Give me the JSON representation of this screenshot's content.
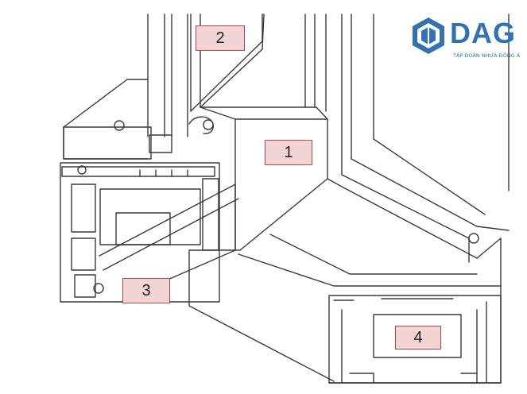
{
  "logo": {
    "name": "DAG",
    "tagline": "TẬP ĐOÀN NHỰA ĐÔNG Á",
    "brand_color": "#2f72b5"
  },
  "callouts": [
    {
      "label": "1"
    },
    {
      "label": "2"
    },
    {
      "label": "3"
    },
    {
      "label": "4"
    }
  ],
  "colors": {
    "callout_fill": "#f2d4d4",
    "callout_border": "#b04848",
    "line": "#3a3a3a"
  }
}
